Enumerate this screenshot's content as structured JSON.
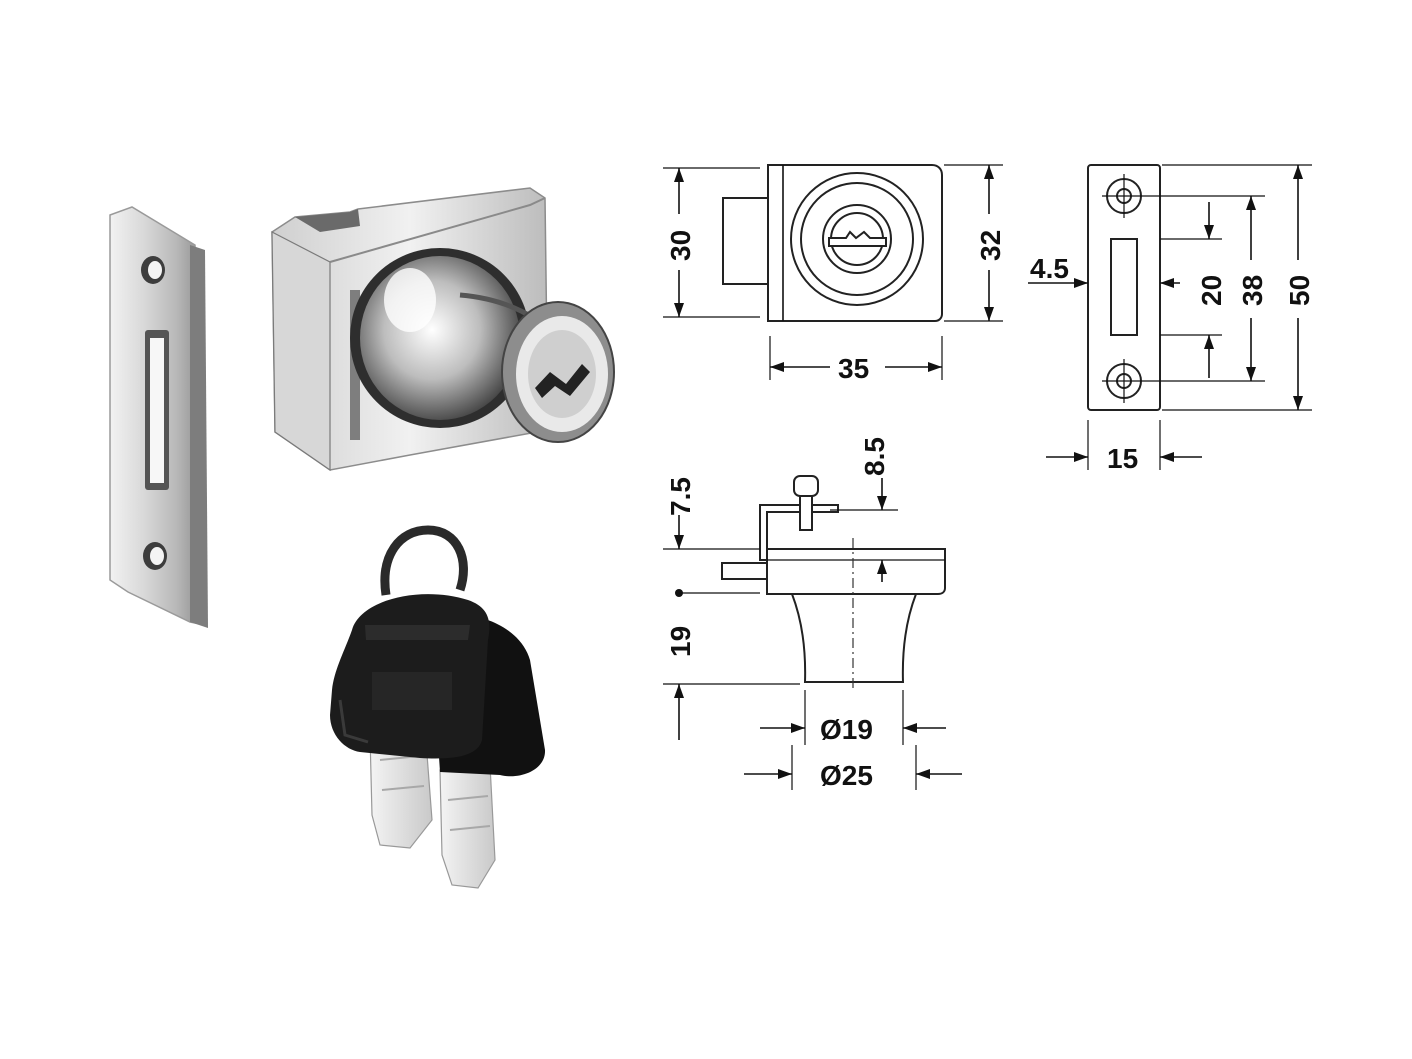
{
  "dimensions": {
    "lock_height": "30",
    "lock_outer_height": "32",
    "lock_width": "35",
    "slot_offset": "4.5",
    "slot_length": "20",
    "hole_spacing": "38",
    "plate_length": "50",
    "plate_width": "15",
    "clamp_height": "8.5",
    "offset_top": "7.5",
    "knob_height": "19",
    "knob_inner_diameter": "Ø19",
    "knob_outer_diameter": "Ø25"
  },
  "photos": {
    "strike_plate": "strike-plate-photo",
    "lock_body": "lock-body-photo",
    "keys": "keys-photo"
  },
  "colors": {
    "metal_light": "#e9e9e9",
    "metal_mid": "#bdbdbd",
    "metal_dark": "#6f6f6f",
    "key_black": "#1a1a1a",
    "line": "#111111"
  }
}
